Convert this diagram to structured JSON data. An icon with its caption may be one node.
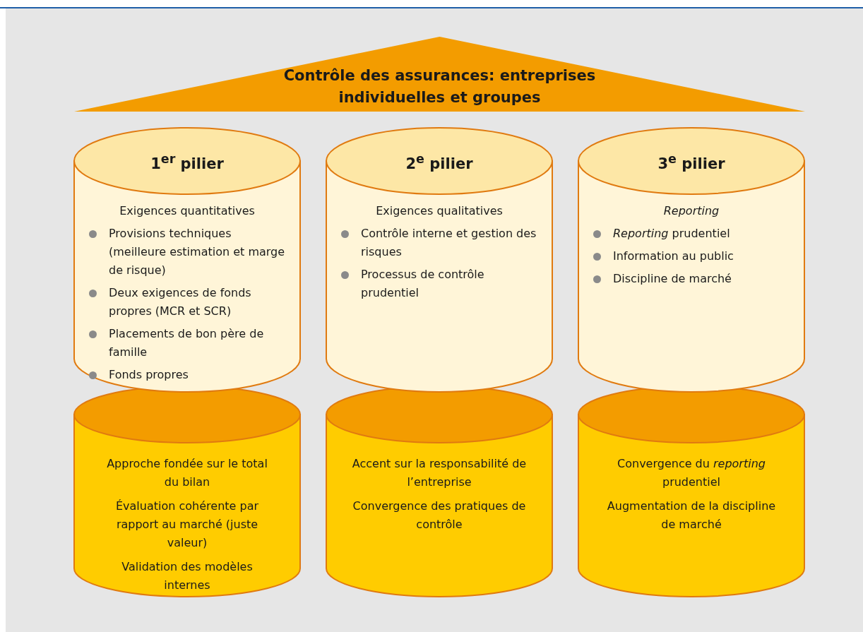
{
  "diagram": {
    "nodes": [
      {
        "text": [
          "Contrôle des assurances: entreprises individuelles et groupes"
        ]
      },
      {
        "text": [
          "1$^{er}$ pilier",
          "Exigences quantitatives",
          "Provisions techniques (meilleure estimation et marge de risque)",
          "Deux exigences de fonds propres (MCR et SCR)",
          "Placements de bon père de famille",
          "Fonds propres"
        ]
      },
      {
        "text": [
          "Approche fondée sur le total du bilan",
          "Évaluation cohérente par rapport au marché (juste valeur)",
          "Validation des modèles internes"
        ]
      },
      {
        "text": [
          "2$^{e}$ pilier",
          "Exigences qualitatives",
          "Contrôle interne et gestion des risques",
          "Processus de contrôle prudentiel"
        ]
      },
      {
        "text": [
          "Accent sur la responsabilité de l’entreprise",
          "Convergence des pratiques de contrôle"
        ]
      },
      {
        "text": [
          "3$^{e}$ pilier",
          "*Reporting*",
          "*Reporting* prudentiel",
          "Information au public",
          "Discipline de marché"
        ]
      },
      {
        "text": [
          "Convergence du *reporting* prudentiel",
          "Augmentation de la discipline de marché"
        ]
      }
    ],
    "edges": []
  }
}
